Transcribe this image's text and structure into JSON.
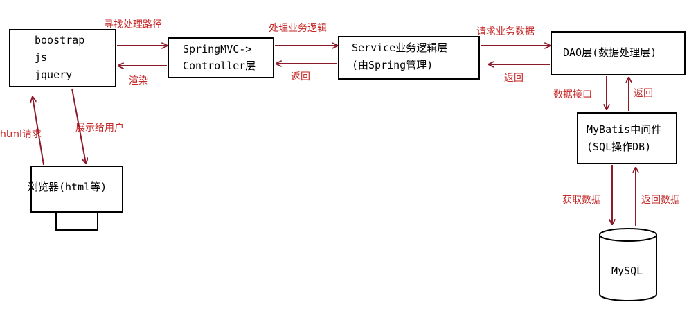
{
  "colors": {
    "arrow": "#8b1a2b",
    "label": "#c62828",
    "box_border": "#000000"
  },
  "nodes": {
    "frontend": {
      "lines": [
        "boostrap",
        "js",
        "jquery"
      ]
    },
    "controller": {
      "lines": [
        "SpringMVC->",
        "Controller层"
      ]
    },
    "service": {
      "lines": [
        "Service业务逻辑层",
        "(由Spring管理)"
      ]
    },
    "dao": {
      "lines": [
        "DAO层(数据处理层)"
      ]
    },
    "mybatis": {
      "lines": [
        "MyBatis中间件",
        "(SQL操作DB)"
      ]
    },
    "browser": {
      "lines": [
        "浏览器(html等)"
      ]
    },
    "mysql": {
      "lines": [
        "MySQL"
      ]
    }
  },
  "edges": {
    "find_path": "寻找处理路径",
    "render": "渲染",
    "handle_logic": "处理业务逻辑",
    "return_service": "返回",
    "request_data": "请求业务数据",
    "return_dao": "返回",
    "data_interface": "数据接口",
    "return_mybatis": "返回",
    "get_data": "获取数据",
    "return_data": "返回数据",
    "html_request": "html请求",
    "show_user": "展示给用户"
  }
}
